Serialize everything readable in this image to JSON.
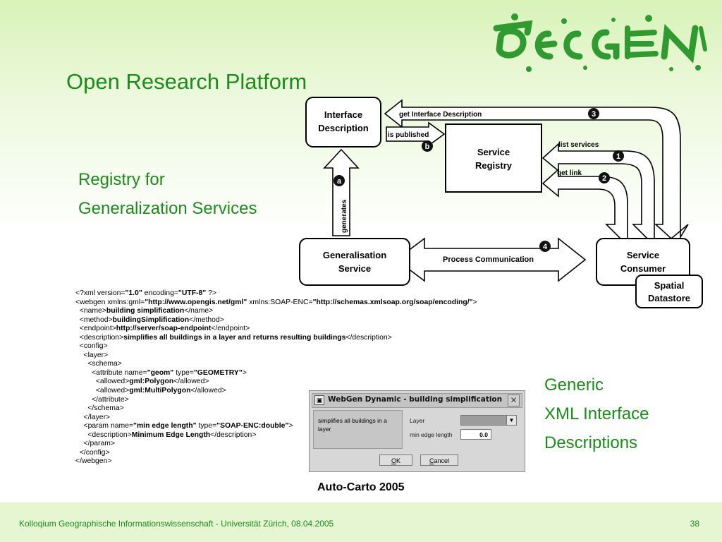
{
  "title": "Open Research Platform",
  "registry_lines": [
    "Registry for",
    "Generalization Services"
  ],
  "generic_lines": [
    "Generic",
    "XML Interface",
    "Descriptions"
  ],
  "diagram": {
    "interface_description": [
      "Interface",
      "Description"
    ],
    "service_registry": [
      "Service",
      "Registry"
    ],
    "generalisation_service": [
      "Generalisation",
      "Service"
    ],
    "service_consumer": [
      "Service",
      "Consumer"
    ],
    "spatial_datastore": [
      "Spatial",
      "Datastore"
    ],
    "get_interface_description": "get Interface Description",
    "is_published": "is published",
    "list_services": "list services",
    "get_link": "get link",
    "generates": "generates",
    "process_communication": "Process Communication",
    "badges": [
      "1",
      "2",
      "3",
      "4",
      "a",
      "b"
    ]
  },
  "xml_lines": [
    "<?xml version=\"1.0\" encoding=\"UTF-8\" ?>",
    "<webgen xmlns:gml=\"http://www.opengis.net/gml\" xmlns:SOAP-ENC=\"http://schemas.xmlsoap.org/soap/encoding/\">",
    "  <name>building simplification</name>",
    "  <method>buildingSimplification</method>",
    "  <endpoint>http://server/soap-endpoint</endpoint>",
    "  <description>simplifies all buildings in a layer and returns resulting buildings</description>",
    "  <config>",
    "    <layer>",
    "      <schema>",
    "        <attribute name=\"geom\" type=\"GEOMETRY\">",
    "          <allowed>gml:Polygon</allowed>",
    "          <allowed>gml:MultiPolygon</allowed>",
    "        </attribute>",
    "      </schema>",
    "    </layer>",
    "    <param name=\"min edge length\" type=\"SOAP-ENC:double\">",
    "      <description>Minimum Edge Length</description>",
    "    </param>",
    "  </config>",
    "</webgen>"
  ],
  "dialog": {
    "title": "WebGen Dynamic - building simplification",
    "description": "simplifies all buildings in a layer",
    "layer_label": "Layer",
    "min_edge_label": "min edge length",
    "min_edge_value": "0.0",
    "ok_label": "OK",
    "cancel_label": "Cancel",
    "icons": {
      "app": "app-window-icon",
      "close": "close-icon",
      "dropdown": "chevron-down-icon"
    }
  },
  "caption": "Auto-Carto 2005",
  "footer": {
    "text": "Kolloqium Geographische Informationswissenschaft - Universität Zürich, 08.04.2005",
    "page": "38"
  },
  "logo": {
    "icon": "logo-graphic"
  },
  "colors": {
    "accent_green": "#1a8c1a",
    "logo_green": "#2f9a2f"
  }
}
